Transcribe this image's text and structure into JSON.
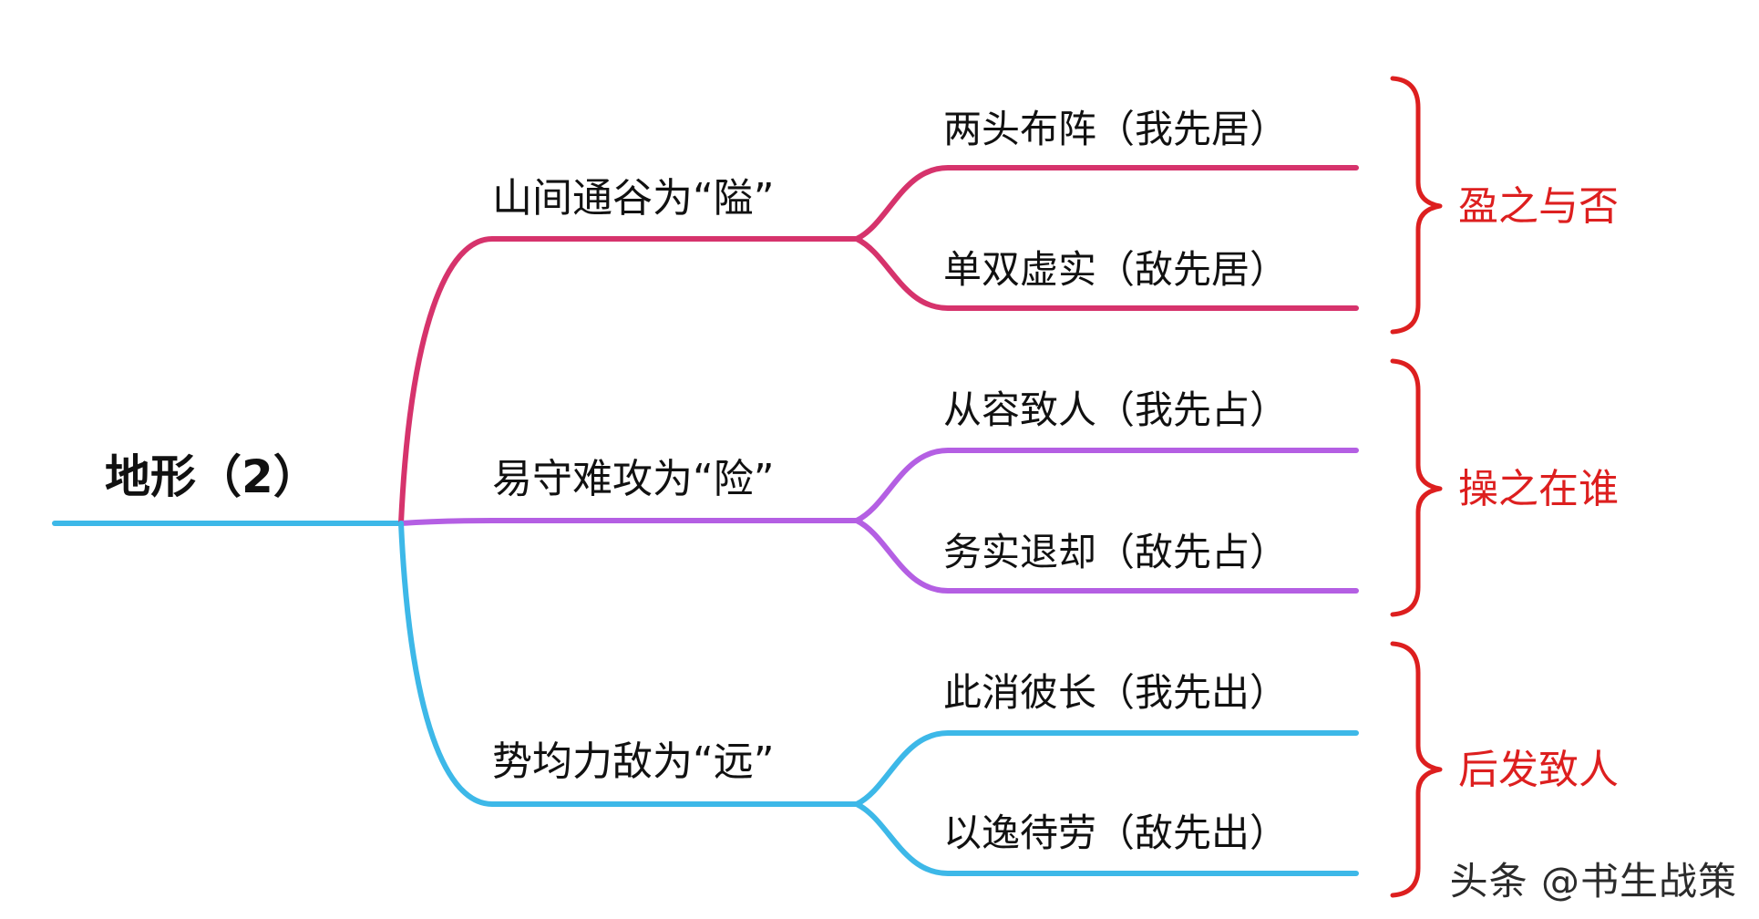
{
  "colors": {
    "root": "#3db8e8",
    "branch_1": "#d6336c",
    "branch_2": "#b45fe3",
    "branch_3": "#3db8e8",
    "group": "#dd1f1f",
    "text": "#111111"
  },
  "root": {
    "label": "地形（2）"
  },
  "branches": [
    {
      "label": "山间通谷为“隘”",
      "leaves": [
        {
          "label": "两头布阵（我先居）"
        },
        {
          "label": "单双虚实（敌先居）"
        }
      ],
      "group": {
        "label": "盈之与否"
      }
    },
    {
      "label": "易守难攻为“险”",
      "leaves": [
        {
          "label": "从容致人（我先占）"
        },
        {
          "label": "务实退却（敌先占）"
        }
      ],
      "group": {
        "label": "操之在谁"
      }
    },
    {
      "label": "势均力敌为“远”",
      "leaves": [
        {
          "label": "此消彼长（我先出）"
        },
        {
          "label": "以逸待劳（敌先出）"
        }
      ],
      "group": {
        "label": "后发致人"
      }
    }
  ],
  "watermark": "头条 @书生战策"
}
